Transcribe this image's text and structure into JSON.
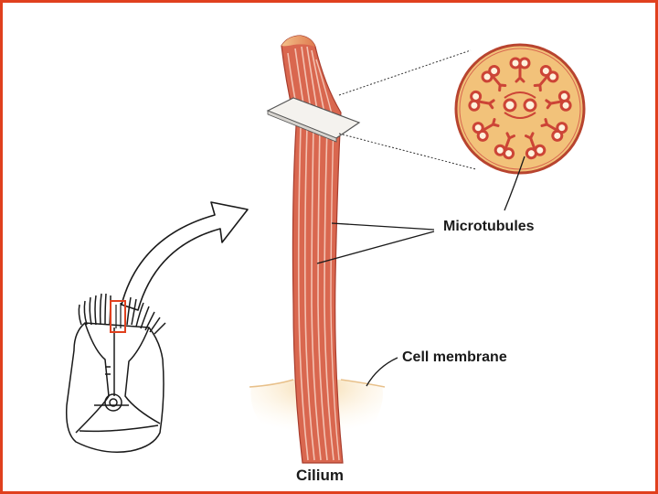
{
  "labels": {
    "microtubules": "Microtubules",
    "cell_membrane": "Cell membrane",
    "cilium": "Cilium"
  },
  "colors": {
    "border": "#e0401e",
    "cilium_fill": "#d9674f",
    "stripe": "#f3c2b2",
    "cross_section_bg": "#f2c27a",
    "tubule": "#cc4436",
    "membrane_glow": "#f5d9a8",
    "ink": "#1a1a1a"
  }
}
